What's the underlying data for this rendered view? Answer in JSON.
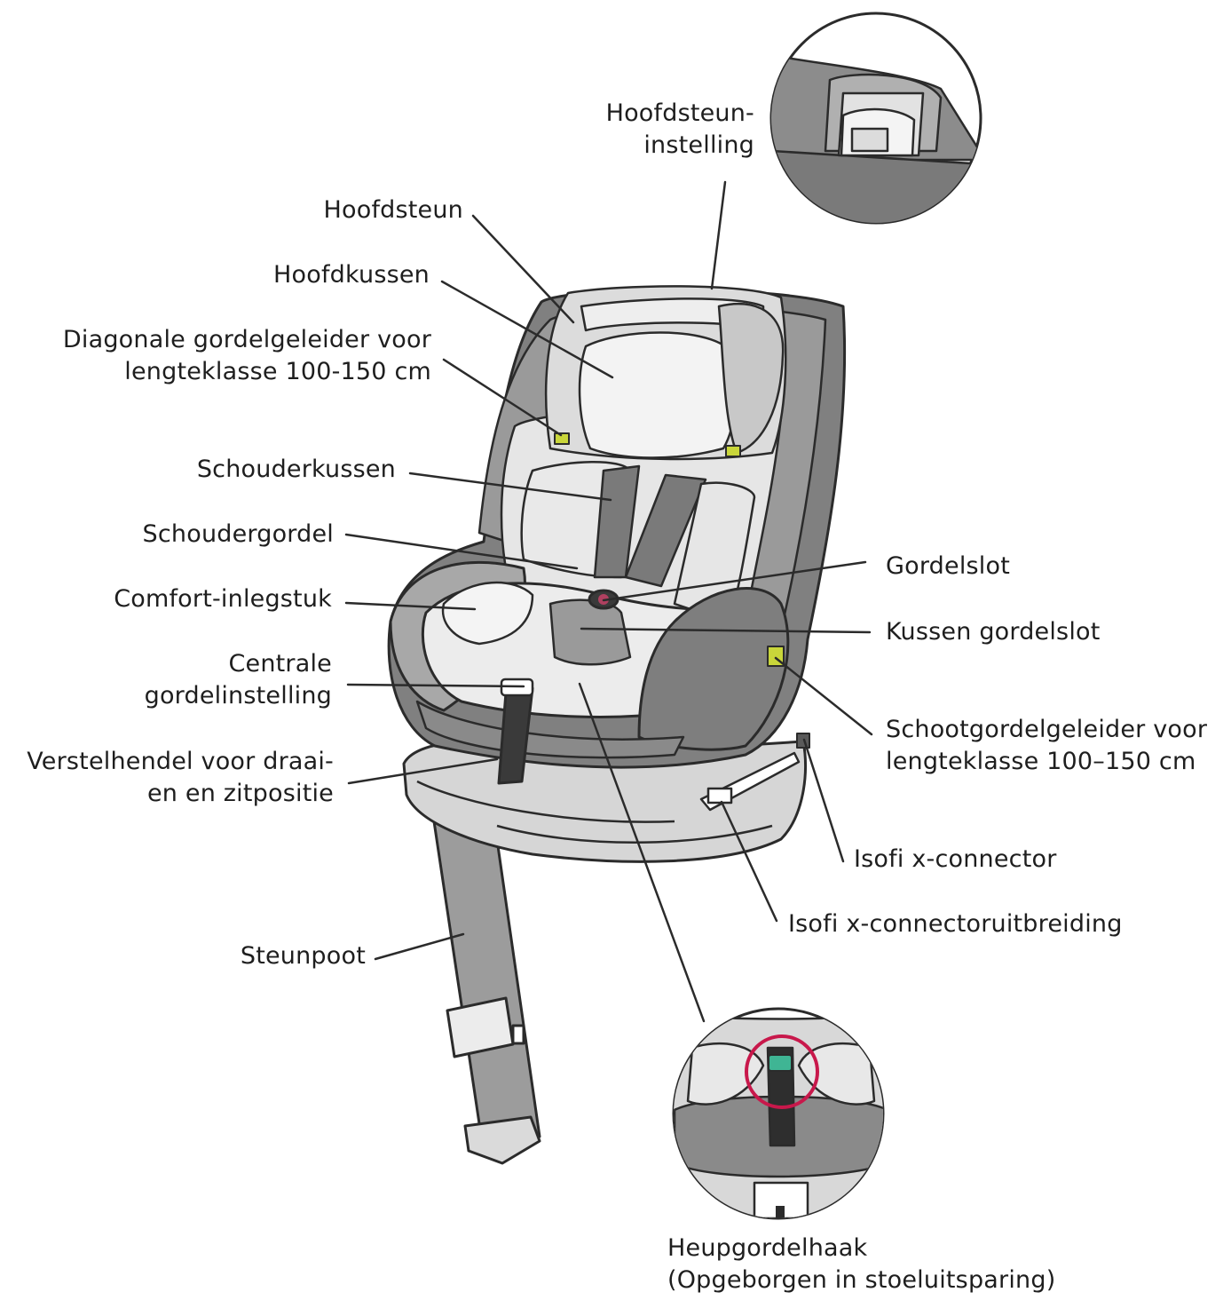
{
  "colors": {
    "line": "#2b2b2b",
    "shell": "#7d7d7d",
    "shell_light": "#a9a9a9",
    "fabric": "#e2e2e2",
    "fabric_light": "#f0f0f0",
    "accent_yellow": "#c9d63a",
    "highlight_ring": "#c8184b",
    "clip_green": "#3fb594"
  },
  "labels": {
    "hoofdsteun_instelling": [
      "Hoofdsteun-",
      "instelling"
    ],
    "hoofdsteun": [
      "Hoofdsteun"
    ],
    "hoofdkussen": [
      "Hoofdkussen"
    ],
    "diagonale_gordelgeleider": [
      "Diagonale gordelgeleider voor",
      "lengteklasse 100-150 cm"
    ],
    "schouderkussen": [
      "Schouderkussen"
    ],
    "schoudergordel": [
      "Schoudergordel"
    ],
    "comfort_inlegstuk": [
      "Comfort-inlegstuk"
    ],
    "centrale_gordelinstelling": [
      "Centrale",
      "gordelinstelling"
    ],
    "verstelhendel": [
      "Verstelhendel voor draai-",
      "en en zitpositie"
    ],
    "steunpoot": [
      "Steunpoot"
    ],
    "gordelslot": [
      "Gordelslot"
    ],
    "kussen_gordelslot": [
      "Kussen gordelslot"
    ],
    "schootgordelgeleider": [
      "Schootgordelgeleider voor",
      "lengteklasse 100–150 cm"
    ],
    "isofix_connector": [
      "Isofi x-connector"
    ],
    "isofix_uitbreiding": [
      "Isofi x-connectoruitbreiding"
    ],
    "heupgordelhaak": [
      "Heupgordelhaak",
      "(Opgeborgen in stoeluitsparing)"
    ]
  }
}
